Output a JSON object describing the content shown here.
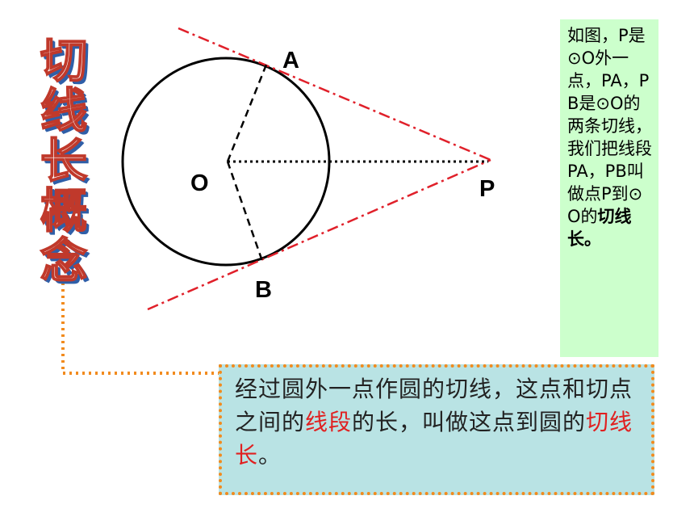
{
  "title_chars": [
    "切",
    "线",
    "长",
    "概",
    "念"
  ],
  "labels": {
    "A": "A",
    "B": "B",
    "O": "O",
    "P": "P"
  },
  "side_note": {
    "text_plain": "如图，P是⊙O外一点，PA，PB是⊙O的两条切线，我们把线段PA，PB叫做点P到⊙O的",
    "text_bold": "切线长。"
  },
  "definition": {
    "part1": "经过圆外一点作圆的切线，这点和切点之间的",
    "highlight1": "线段",
    "part2": "的长，叫做这点到圆的",
    "highlight2": "切线长",
    "part3": "。"
  },
  "colors": {
    "tangent_line": "#e0202a",
    "box_border": "#f28b1e",
    "definition_bg": "#b9e3e4",
    "note_bg": "#ccffcc",
    "title_outline": "#c0392b",
    "title_shadow": "#2f5fa8"
  }
}
